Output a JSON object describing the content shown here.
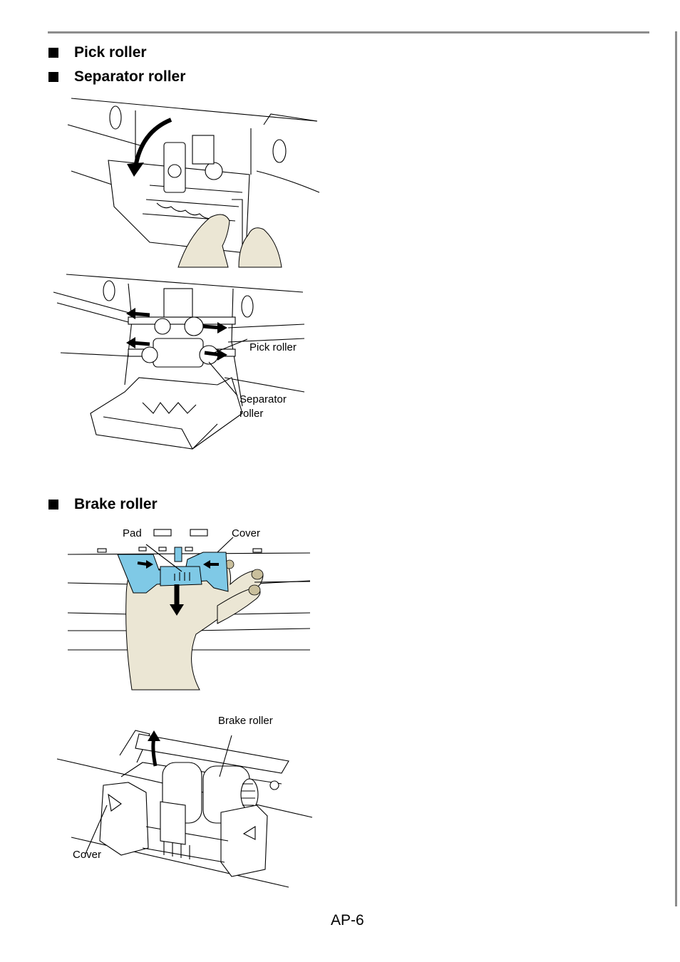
{
  "sections": {
    "pick_roller_heading": "Pick roller",
    "separator_roller_heading": "Separator roller",
    "brake_roller_heading": "Brake roller"
  },
  "figure_2": {
    "pick_roller_label": "Pick roller",
    "separator_roller_label_line1": "Separator",
    "separator_roller_label_line2": "roller"
  },
  "figure_3": {
    "pad_label": "Pad",
    "cover_label": "Cover"
  },
  "figure_4": {
    "brake_roller_label": "Brake roller",
    "cover_label": "Cover"
  },
  "footer": {
    "page_number": "AP-6"
  },
  "colors": {
    "hand": "#ebe6d4",
    "blue_part": "#7fc9e6",
    "rule": "#8c8c8c"
  }
}
